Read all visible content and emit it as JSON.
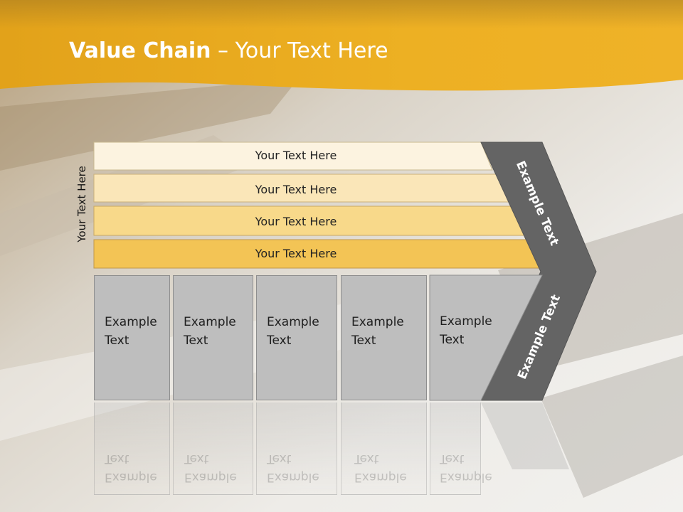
{
  "slide": {
    "title_bold": "Value Chain",
    "title_rest": " – Your Text Here",
    "side_label": "Your Text Here"
  },
  "bars": [
    {
      "label": "Your Text Here",
      "color": "#fcf3e0"
    },
    {
      "label": "Your Text Here",
      "color": "#fae6b8"
    },
    {
      "label": "Your Text Here",
      "color": "#f8d98a"
    },
    {
      "label": "Your Text Here",
      "color": "#f3c455"
    }
  ],
  "boxes": [
    {
      "line1": "Example",
      "line2": "Text"
    },
    {
      "line1": "Example",
      "line2": "Text"
    },
    {
      "line1": "Example",
      "line2": "Text"
    },
    {
      "line1": "Example",
      "line2": "Text"
    },
    {
      "line1": "Example",
      "line2": "Text"
    }
  ],
  "chevron": {
    "upper_label": "Example Text",
    "lower_label": "Example Text",
    "color": "#646464"
  },
  "colors": {
    "header": "#e9a91a",
    "box_fill": "#bebebe"
  }
}
